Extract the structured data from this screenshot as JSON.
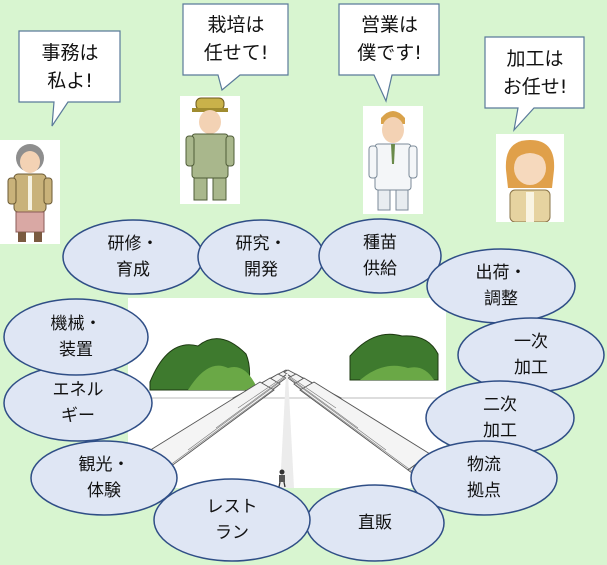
{
  "speech_bubbles": [
    {
      "id": "office",
      "text": "事務は\n私よ!"
    },
    {
      "id": "cultivation",
      "text": "栽培は\n任せて!"
    },
    {
      "id": "sales",
      "text": "営業は\n僕です!"
    },
    {
      "id": "processing",
      "text": "加工は\nお任せ!"
    }
  ],
  "activities": [
    {
      "id": "training",
      "text": "研修・\n育成"
    },
    {
      "id": "research",
      "text": "研究・\n開発"
    },
    {
      "id": "seedlings",
      "text": "種苗\n供給"
    },
    {
      "id": "shipping",
      "text": "出荷・\n調整"
    },
    {
      "id": "primary",
      "text": "一次\n加工"
    },
    {
      "id": "secondary",
      "text": "二次\n加工"
    },
    {
      "id": "logistics",
      "text": "物流\n拠点"
    },
    {
      "id": "direct-sales",
      "text": "直販"
    },
    {
      "id": "restaurant",
      "text": "レスト\nラン"
    },
    {
      "id": "tourism",
      "text": "観光・\n体験"
    },
    {
      "id": "energy",
      "text": "エネル\nギー"
    },
    {
      "id": "machinery",
      "text": "機械・\n装置"
    }
  ],
  "colors": {
    "background": "#d8f5d0",
    "ellipse_fill": "#dfe6f4",
    "ellipse_stroke": "#2f4e86",
    "bubble_fill": "#ffffff",
    "bubble_stroke": "#5a7a9a"
  }
}
